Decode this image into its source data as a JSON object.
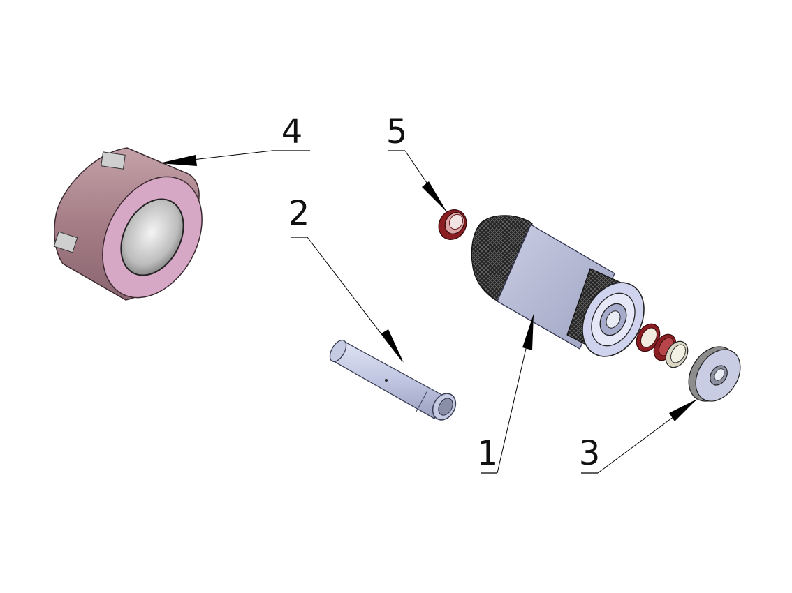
{
  "callouts": {
    "c1": "1",
    "c2": "2",
    "c3": "3",
    "c4": "4",
    "c5": "5"
  },
  "colors": {
    "nut": "#b98c95",
    "nut_face": "#d6a4c4",
    "shaft": "#c5cbe4",
    "seal": "#8a1e22",
    "knurl": "#1b1b1b"
  }
}
